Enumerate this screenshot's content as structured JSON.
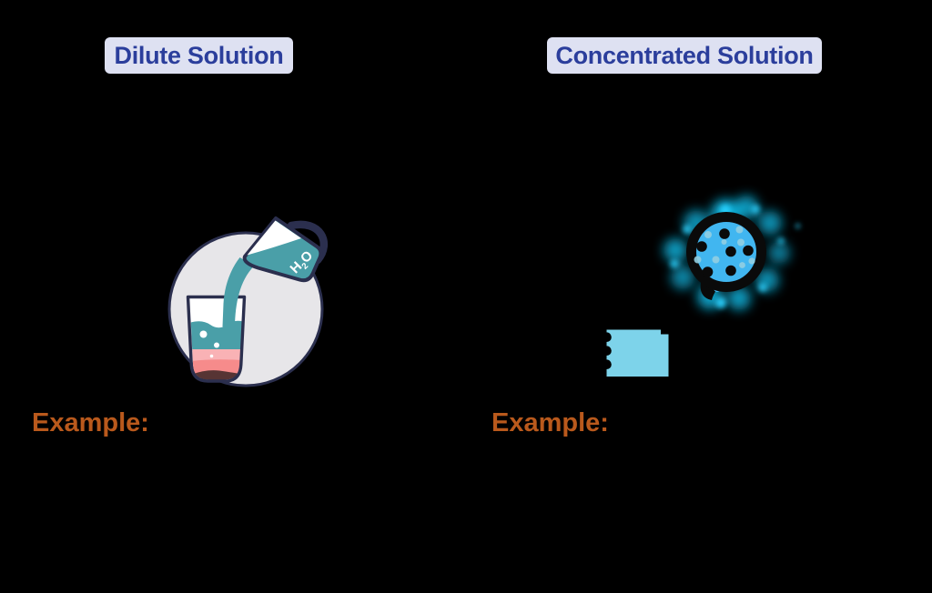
{
  "background_color": "#000000",
  "panels": {
    "dilute": {
      "title": "Dilute Solution",
      "example_label": "Example:"
    },
    "concentrated": {
      "title": "Concentrated Solution",
      "example_label": "Example:"
    }
  },
  "pitcher_label": {
    "symbol": "H",
    "subscript": "2",
    "suffix": "O"
  },
  "colors": {
    "title_text": "#2b3e9c",
    "title_background": "#dee1f2",
    "example_text": "#b9591c",
    "outline_navy": "#2b2f4e",
    "circle_gray": "#e7e6e9",
    "water_teal": "#4a9fa8",
    "pink_light": "#f9b2b5",
    "pink_salmon": "#f68b8b",
    "sediment_maroon": "#573434",
    "solution_blue": "#41b6f0",
    "glow_cyan": "#0cc8f7",
    "pale_dot_blue": "#92cfe2",
    "note_blue": "#7dd3ea"
  }
}
